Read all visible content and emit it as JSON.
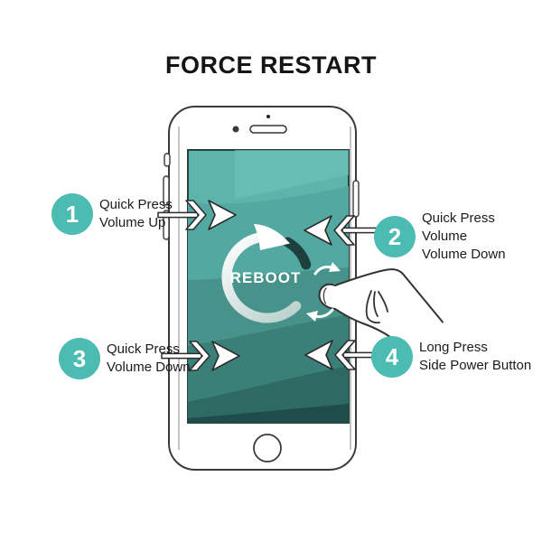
{
  "title": "FORCE RESTART",
  "phone": {
    "screen_label": "REBOOT"
  },
  "steps": [
    {
      "number": "1",
      "lines": [
        "Quick Press",
        "Volume Up"
      ]
    },
    {
      "number": "2",
      "lines": [
        "Quick Press",
        "Volume",
        "Volume Down"
      ]
    },
    {
      "number": "3",
      "lines": [
        "Quick Press",
        "Volume Down"
      ]
    },
    {
      "number": "4",
      "lines": [
        "Long Press",
        "Side Power Button"
      ]
    }
  ],
  "icons": {
    "reboot_cycle": "circular-arrow-clockwise",
    "step_arrows": "chevron-arrow-into-screen",
    "hand": "pointing-hand",
    "rotate_gesture": "small-curved-rotation-arrows"
  },
  "colors": {
    "accent_teal": "#4cbbb1",
    "screen_top": "#5cb4ab",
    "screen_bottom": "#1f4e4a",
    "reboot_arc_dark": "#1d403e",
    "reboot_arc_light": "#e9f1ef",
    "outline": "#333333",
    "text": "#1b1b1b"
  }
}
